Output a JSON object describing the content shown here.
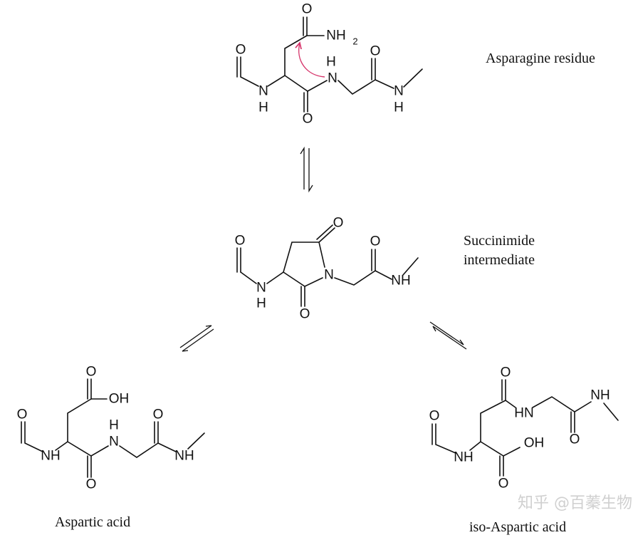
{
  "labels": {
    "asparagine": "Asparagine residue",
    "succinimide_1": "Succinimide",
    "succinimide_2": "intermediate",
    "aspartic": "Aspartic acid",
    "isoaspartic": "iso-Aspartic acid"
  },
  "atoms": {
    "O": "O",
    "N": "N",
    "H": "H",
    "NH": "NH",
    "HN": "HN",
    "NH2": "NH",
    "sub2": "2",
    "OH": "OH"
  },
  "watermark": "知乎 @百蓁生物",
  "colors": {
    "mechanism_arrow": "#d6356b"
  }
}
